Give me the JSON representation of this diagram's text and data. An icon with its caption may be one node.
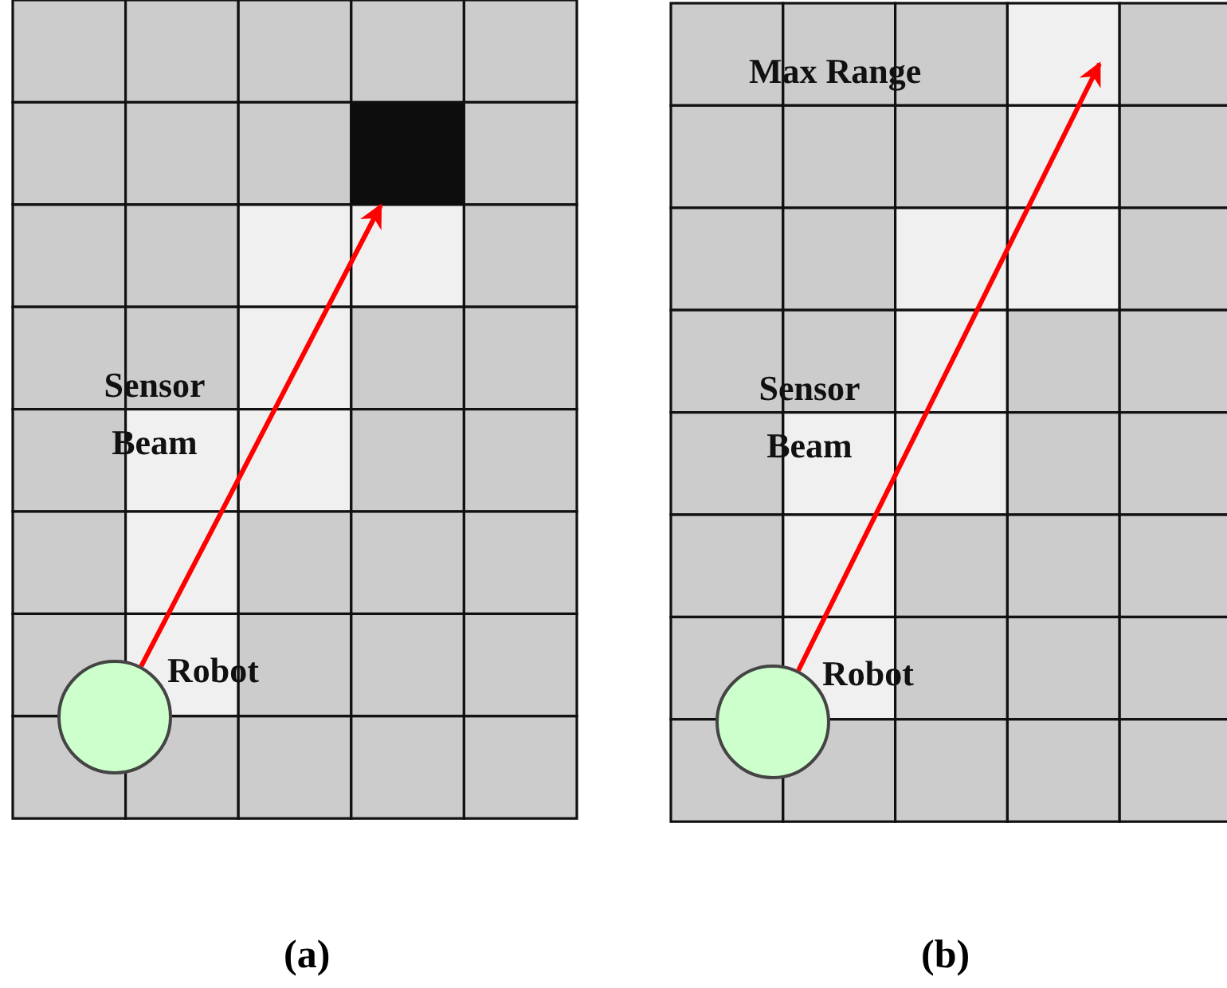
{
  "diagram": {
    "nodes": [
      {
        "text": [],
        "shape": "circle",
        "beside": [
          "Robot"
        ]
      },
      {
        "text": [],
        "shape": "box"
      },
      {
        "text": [],
        "shape": "circle",
        "beside": [
          "Robot"
        ]
      }
    ],
    "edges": [
      {
        "from": 0,
        "to": 1,
        "arrow": "to",
        "color": "#ff0000"
      },
      {
        "from": 2,
        "to": null,
        "arrow": "to",
        "color": "#ff0000"
      }
    ],
    "labels": [
      "Sensor Beam",
      "Max Range",
      "Sensor Beam",
      "(a)",
      "(b)"
    ]
  }
}
